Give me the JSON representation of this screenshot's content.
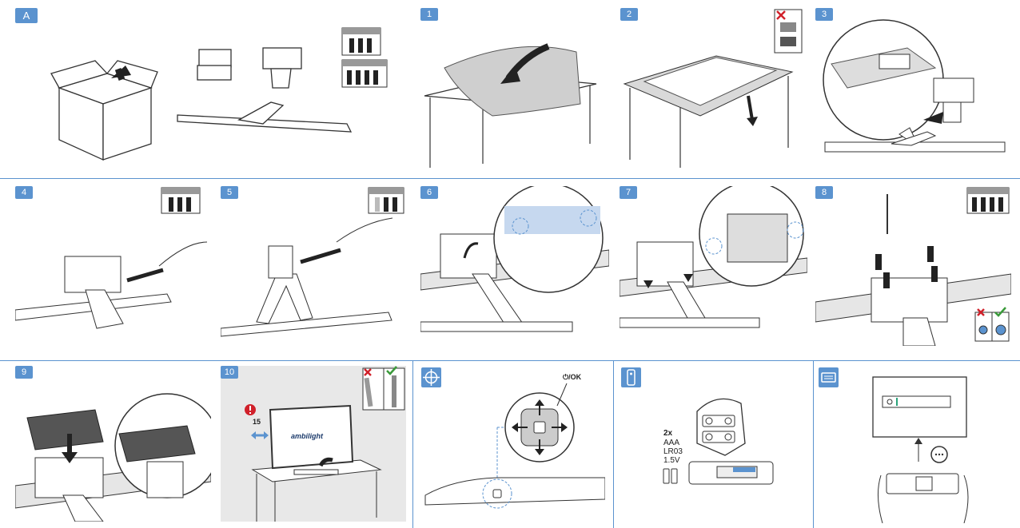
{
  "steps": {
    "a": "A",
    "s1": "1",
    "s2": "2",
    "s3": "3",
    "s4": "4",
    "s5": "5",
    "s6": "6",
    "s7": "7",
    "s8": "8",
    "s9": "9",
    "s10": "10"
  },
  "step10": {
    "distance": "15",
    "logo_text": "ambilight"
  },
  "navigation": {
    "power_ok_label": "⏻/OK"
  },
  "batteries": {
    "count": "2x",
    "type": "AAA",
    "code": "LR03",
    "voltage": "1.5V"
  },
  "icons": {
    "navigation_icon": "crosshair-icon",
    "remote_icon": "remote-control-icon",
    "keyboard_icon": "keyboard-icon"
  },
  "colors": {
    "accent": "#5b93cf",
    "wrong": "#d0202a",
    "right": "#3a9a3a"
  }
}
